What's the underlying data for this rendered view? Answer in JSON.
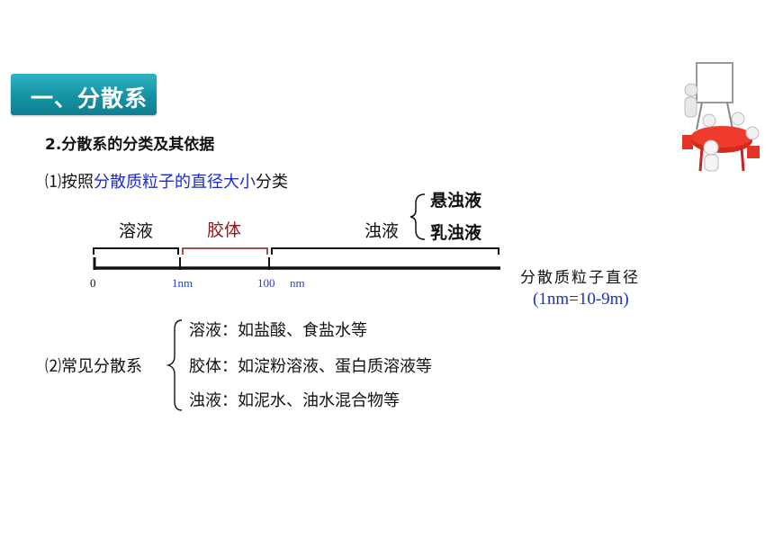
{
  "section": {
    "title": "一、分散系"
  },
  "subheading": "2.分散系的分类及其依据",
  "basis": {
    "prefix": "⑴按照",
    "highlight": "分散质粒子的直径大小",
    "suffix": "分类"
  },
  "diagram": {
    "segments": {
      "solution": "溶液",
      "colloid": "胶体",
      "turbid": "浊液"
    },
    "turbid_types": [
      "悬浊液",
      "乳浊液"
    ],
    "ticks": [
      "0",
      "1nm",
      "100",
      "nm"
    ],
    "axis_caption": "分散质粒子直径",
    "unit_note": "(1nm=10-9m)"
  },
  "common": {
    "label": "⑵常见分散系",
    "examples": [
      "溶液：如盐酸、食盐水等",
      "胶体：如淀粉溶液、蛋白质溶液等",
      "浊液：如泥水、油水混合物等"
    ]
  },
  "colors": {
    "banner": "#1592a4",
    "highlight_text": "#1a2ad6",
    "colloid_bracket": "#8b1a1a",
    "note_blue": "#1a36c8"
  }
}
